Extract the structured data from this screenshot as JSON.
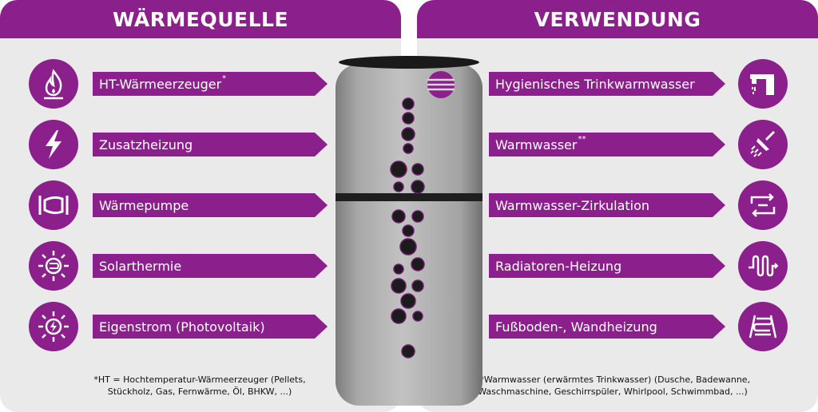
{
  "colors": {
    "brand": "#8b1f8b",
    "panel": "#eaeaea",
    "tank": "#a9a9a9"
  },
  "left": {
    "title": "WÄRMEQUELLE",
    "items": [
      {
        "label": "HT-Wärmeerzeuger",
        "mark": "*",
        "icon": "flame-icon"
      },
      {
        "label": "Zusatzheizung",
        "mark": "",
        "icon": "lightning-icon"
      },
      {
        "label": "Wärmepumpe",
        "mark": "",
        "icon": "heat-pump-icon"
      },
      {
        "label": "Solarthermie",
        "mark": "",
        "icon": "solar-thermal-icon"
      },
      {
        "label": "Eigenstrom (Photovoltaik)",
        "mark": "",
        "icon": "photovoltaic-icon"
      }
    ],
    "footnote_line1": "*HT = Hochtemperatur-Wärmeerzeuger (Pellets,",
    "footnote_line2": "Stückholz, Gas, Fernwärme, Öl, BHKW, ...)"
  },
  "right": {
    "title": "VERWENDUNG",
    "items": [
      {
        "label": "Hygienisches Trinkwarmwasser",
        "mark": "",
        "icon": "faucet-icon"
      },
      {
        "label": "Warmwasser",
        "mark": "**",
        "icon": "shower-icon"
      },
      {
        "label": "Warmwasser-Zirkulation",
        "mark": "",
        "icon": "circulation-icon"
      },
      {
        "label": "Radiatoren-Heizung",
        "mark": "",
        "icon": "radiator-icon"
      },
      {
        "label": "Fußboden-, Wandheizung",
        "mark": "",
        "icon": "floor-heating-icon"
      }
    ],
    "footnote_line1": "**Warmwasser (erwärmtes Trinkwasser) (Dusche, Badewanne,",
    "footnote_line2": "Waschmaschine, Geschirrspüler, Whirlpool, Schwimmbad, ...)"
  }
}
